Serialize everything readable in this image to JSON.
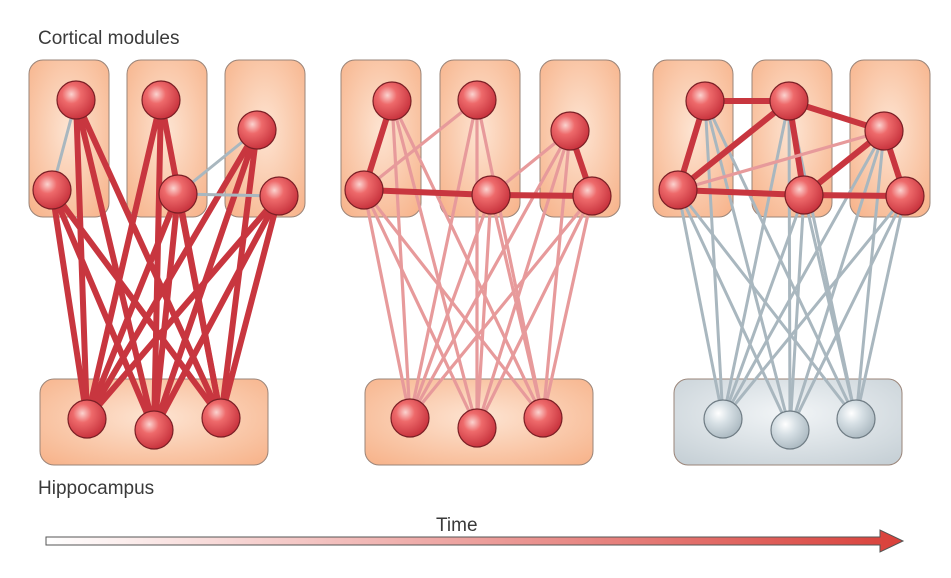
{
  "labels": {
    "cortical_modules": "Cortical modules",
    "hippocampus": "Hippocampus",
    "time": "Time"
  },
  "colors": {
    "module_fill_center": "#fde4d2",
    "module_fill_edge": "#f7b48c",
    "module_stroke": "#9a8478",
    "hippo_gray_fill": "#cdd6dc",
    "node_red": "#d9434a",
    "node_gray": "#c4d0d6",
    "strong_link": "#c8363f",
    "medium_link": "#e79a9b",
    "weak_link": "#a9b7bf",
    "arrow_start": "#ffffff",
    "arrow_end": "#d9403a"
  },
  "stages": [
    {
      "id": "stage-1",
      "hippocampus_active": true,
      "hippo_cortex_link": "strong",
      "cortico_cortical_links": [
        {
          "from": "m1a",
          "to": "m1b",
          "strength": "weak"
        },
        {
          "from": "m2b",
          "to": "m3a",
          "strength": "weak"
        },
        {
          "from": "m2b",
          "to": "m3b",
          "strength": "weak"
        }
      ]
    },
    {
      "id": "stage-2",
      "hippocampus_active": true,
      "hippo_cortex_link": "medium",
      "cortico_cortical_links": [
        {
          "from": "m1a",
          "to": "m1b",
          "strength": "strong"
        },
        {
          "from": "m1b",
          "to": "m2b",
          "strength": "strong"
        },
        {
          "from": "m2b",
          "to": "m3b",
          "strength": "strong"
        },
        {
          "from": "m3a",
          "to": "m3b",
          "strength": "strong"
        },
        {
          "from": "m2a",
          "to": "m1b",
          "strength": "medium"
        },
        {
          "from": "m2b",
          "to": "m3a",
          "strength": "medium"
        }
      ]
    },
    {
      "id": "stage-3",
      "hippocampus_active": false,
      "hippo_cortex_link": "weak",
      "cortico_cortical_links": [
        {
          "from": "m1a",
          "to": "m2a",
          "strength": "strong"
        },
        {
          "from": "m1a",
          "to": "m1b",
          "strength": "strong"
        },
        {
          "from": "m2a",
          "to": "m1b",
          "strength": "strong"
        },
        {
          "from": "m2a",
          "to": "m2b",
          "strength": "strong"
        },
        {
          "from": "m2a",
          "to": "m3a",
          "strength": "strong"
        },
        {
          "from": "m1b",
          "to": "m2b",
          "strength": "strong"
        },
        {
          "from": "m2b",
          "to": "m3a",
          "strength": "strong"
        },
        {
          "from": "m2b",
          "to": "m3b",
          "strength": "strong"
        },
        {
          "from": "m3a",
          "to": "m3b",
          "strength": "strong"
        },
        {
          "from": "m1b",
          "to": "m3a",
          "strength": "medium"
        }
      ]
    }
  ]
}
